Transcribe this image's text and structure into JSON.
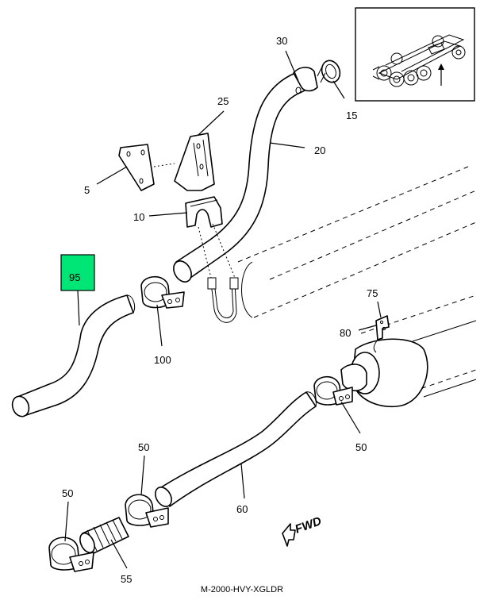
{
  "callouts": {
    "c30": "30",
    "c25": "25",
    "c15": "15",
    "c20": "20",
    "c5": "5",
    "c10": "10",
    "c95": "95",
    "c100": "100",
    "c75": "75",
    "c80": "80",
    "c50_right": "50",
    "c50_mid": "50",
    "c50_left": "50",
    "c60": "60",
    "c55": "55"
  },
  "fwd_label": "FWD",
  "caption": "M-2000-HVY-XGLDR",
  "colors": {
    "highlight": "#00e676",
    "line": "#000000",
    "background": "#ffffff"
  }
}
